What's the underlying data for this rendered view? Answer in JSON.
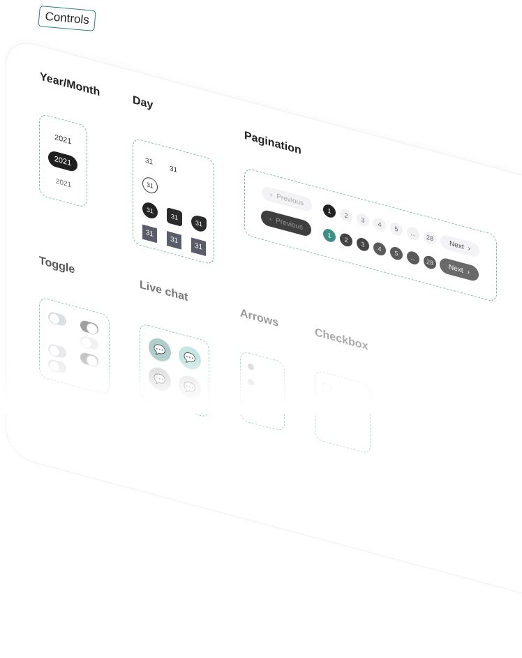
{
  "badge": "Controls",
  "sections": {
    "year_month": "Year/Month",
    "day": "Day",
    "pagination": "Pagination",
    "toggle": "Toggle",
    "live_chat": "Live chat",
    "arrows": "Arrows",
    "checkbox": "Checkbox"
  },
  "year": {
    "items": [
      "2021",
      "2021",
      "2021"
    ]
  },
  "day": {
    "plain": [
      "31",
      "31"
    ],
    "outlined": "31",
    "dark_circles": [
      "31",
      "31",
      "31"
    ],
    "squares": [
      "31",
      "31",
      "31"
    ]
  },
  "pagination": {
    "previous": "Previous",
    "next": "Next",
    "pages": [
      "1",
      "2",
      "3",
      "4",
      "5",
      "...",
      "28"
    ]
  },
  "colors": {
    "accent": "#3f8f87",
    "dark": "#2b2b2b"
  }
}
